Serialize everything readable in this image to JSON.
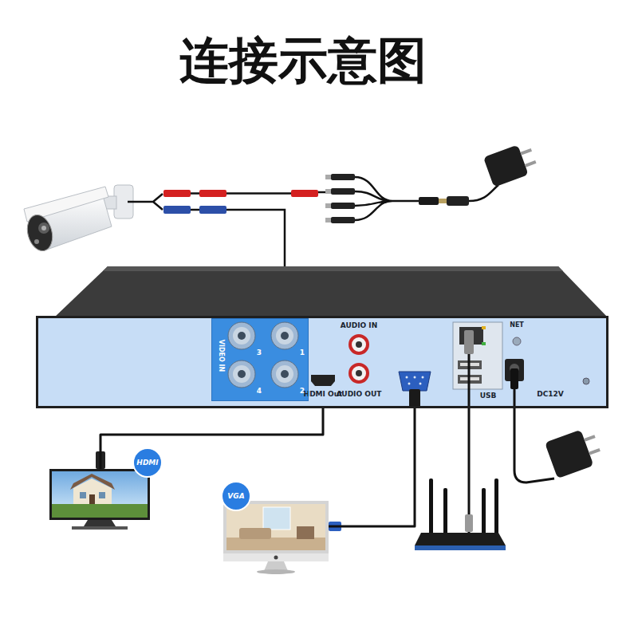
{
  "diagram": {
    "title": "连接示意图",
    "nodes": [
      {
        "text": [
          "AUDIO IN",
          "AUDIO OUT",
          "HDMI Out",
          "USB",
          "NET",
          "DC12V"
        ]
      },
      {
        "text": [
          "VIDEO IN",
          "3",
          "1",
          "4",
          "2"
        ],
        "in": 0
      },
      {
        "text": [
          "HDMI"
        ]
      },
      {
        "text": [
          "VGA"
        ]
      }
    ],
    "edges": [
      {
        "from": 0,
        "to": 2,
        "arrow": "none"
      },
      {
        "from": 0,
        "to": 3,
        "arrow": "none"
      }
    ]
  }
}
